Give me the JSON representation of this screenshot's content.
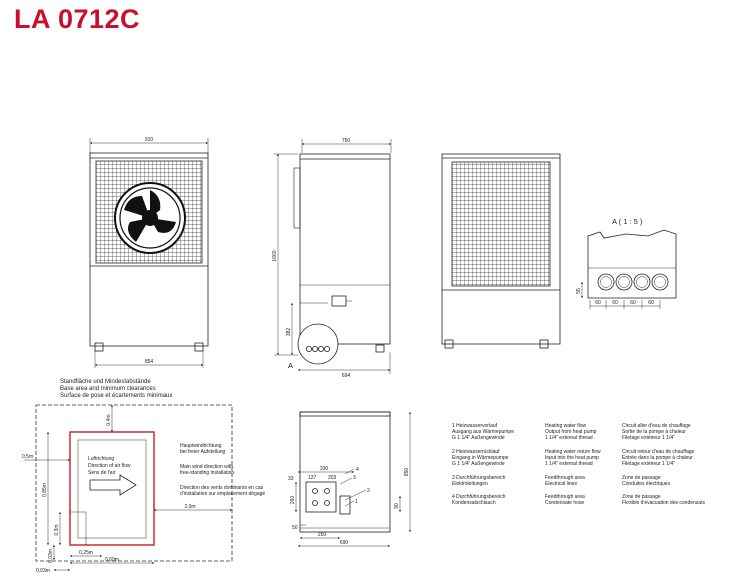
{
  "title": "LA 0712C",
  "dims": {
    "front_width": "910",
    "front_base": "854",
    "side_depth": "750",
    "side_height": "1660",
    "side_low": "382",
    "side_bottom": "694",
    "section_marker": "A",
    "detail_label": "A ( 1 : 5 )",
    "detail_h": "55",
    "detail_w1": "60",
    "detail_w2": "60",
    "detail_w3": "60",
    "detail_w4": "60"
  },
  "clearance": {
    "heading": [
      "Standfläche und Mindestabstände",
      "Base area and minimum clearances",
      "Surface de pose et écartements minimaux"
    ],
    "airflow_label": [
      "Luftrichtung",
      "Direction of air flow",
      "Sens de l'air"
    ],
    "note_de": [
      "Hauptwindrichtung",
      "bei freier Aufstellung"
    ],
    "note_en": [
      "Main wind direction with",
      "free-standing installation"
    ],
    "note_fr": [
      "Direction des vents dominants en cas",
      "d'installation sur emplacement dégagé"
    ],
    "d_top": "0,4m",
    "d_left": "0,5m",
    "d_vert": "0,85m",
    "d_right": "2,0m",
    "d_inner": "0,3m",
    "d_bottom": "0,03m",
    "d_base1": "0,25m",
    "d_base2": "0,69m",
    "d_foot": "0,03m"
  },
  "base_plan": {
    "w_top": "330",
    "w_a": "127",
    "w_b": "203",
    "h_right": "850",
    "d_left1": "33",
    "d_left2": "260",
    "d_bottom_a": "50",
    "d_bottom_b": "250",
    "d_total": "690",
    "d_side": "90",
    "n1": "1",
    "n2": "2",
    "n3": "3",
    "n4": "4"
  },
  "legend": [
    {
      "num_de": [
        "1  Heizwasservorlauf",
        "    Ausgang aus Wärmepumpe",
        "    G 1 1/4\" Außengewinde"
      ],
      "en": [
        "Heating water flow",
        "Output from heat pump",
        "1 1/4\" external thread"
      ],
      "fr": [
        "Circuit aller d'eau de chauffage",
        "Sortie de la pompe à chaleur",
        "Filetage extérieur 1 1/4\""
      ]
    },
    {
      "num_de": [
        "2  Heizwasserrücklauf",
        "    Eingang in Wärmepumpe",
        "    G 1 1/4\" Außengewinde"
      ],
      "en": [
        "Heating water return flow",
        "Input into the heat pump",
        "1 1/4\" external thread"
      ],
      "fr": [
        "Circuit retour d'eau de chauffage",
        "Entrée dans la pompe à chaleur",
        "Filetage extérieur 1 1/4\""
      ]
    },
    {
      "num_de": [
        "3  Durchführungsbereich",
        "    Elektroleitungen"
      ],
      "en": [
        "Feedthrough area",
        "Electrical lines"
      ],
      "fr": [
        "Zone de passage",
        "Conduites électriques"
      ]
    },
    {
      "num_de": [
        "4  Durchführungsbereich",
        "    Kondensatschlauch"
      ],
      "en": [
        "Feedthrough area",
        "Condensate hose"
      ],
      "fr": [
        "Zone de passage",
        "Flexible d'évacuation des condensats"
      ]
    }
  ]
}
